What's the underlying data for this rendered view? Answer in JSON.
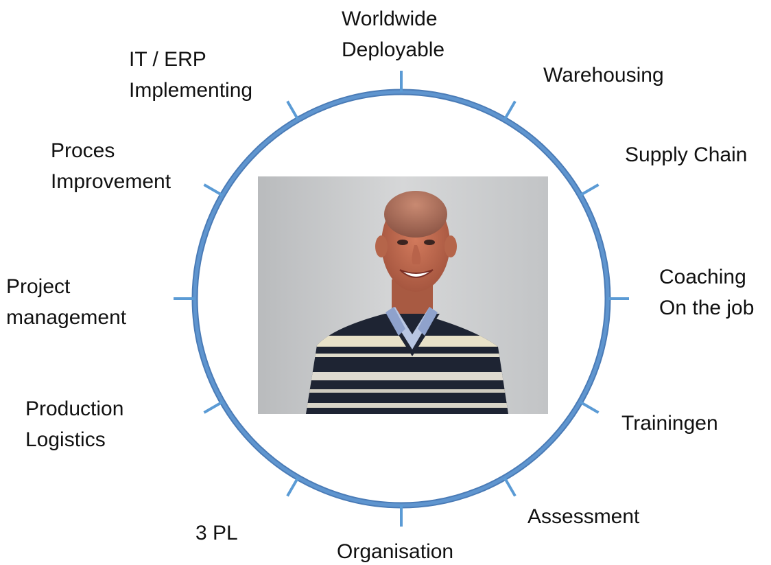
{
  "colors": {
    "ring": "#5b8fc9",
    "ring_dark": "#4a7bb6",
    "tick": "#5b9bd5",
    "text": "#111111"
  },
  "labels": {
    "worldwide": [
      "Worldwide",
      "Deployable"
    ],
    "warehousing": [
      "Warehousing"
    ],
    "supply_chain": [
      "Supply Chain"
    ],
    "coaching": [
      "Coaching",
      "On the job"
    ],
    "trainingen": [
      "Trainingen"
    ],
    "assessment": [
      "Assessment"
    ],
    "organisation": [
      "Organisation"
    ],
    "three_pl": [
      "3 PL"
    ],
    "production_logistics": [
      "Production",
      "Logistics"
    ],
    "project_management": [
      "Project",
      "management"
    ],
    "proces_improvement": [
      "Proces",
      "Improvement"
    ],
    "it_erp": [
      "IT / ERP",
      "Implementing"
    ]
  },
  "photo": {
    "subject": "portrait-photo-smiling-man-striped-sweater"
  }
}
